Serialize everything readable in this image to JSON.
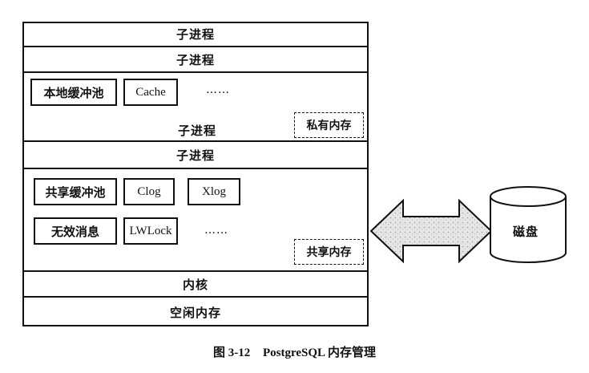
{
  "diagram": {
    "bands": {
      "child1": "子进程",
      "child2": "子进程",
      "child4": "子进程",
      "kernel": "内核",
      "free": "空闲内存"
    },
    "private_section": {
      "boxes": [
        "本地缓冲池",
        "Cache"
      ],
      "ellipsis": "……",
      "label": "子进程",
      "tag": "私有内存"
    },
    "shared_section": {
      "row1": [
        "共享缓冲池",
        "Clog",
        "Xlog"
      ],
      "row2": [
        "无效消息",
        "LWLock"
      ],
      "ellipsis": "……",
      "tag": "共享内存"
    },
    "disk": {
      "label": "磁盘"
    },
    "caption": {
      "number": "图 3-12",
      "title": "PostgreSQL 内存管理"
    }
  }
}
